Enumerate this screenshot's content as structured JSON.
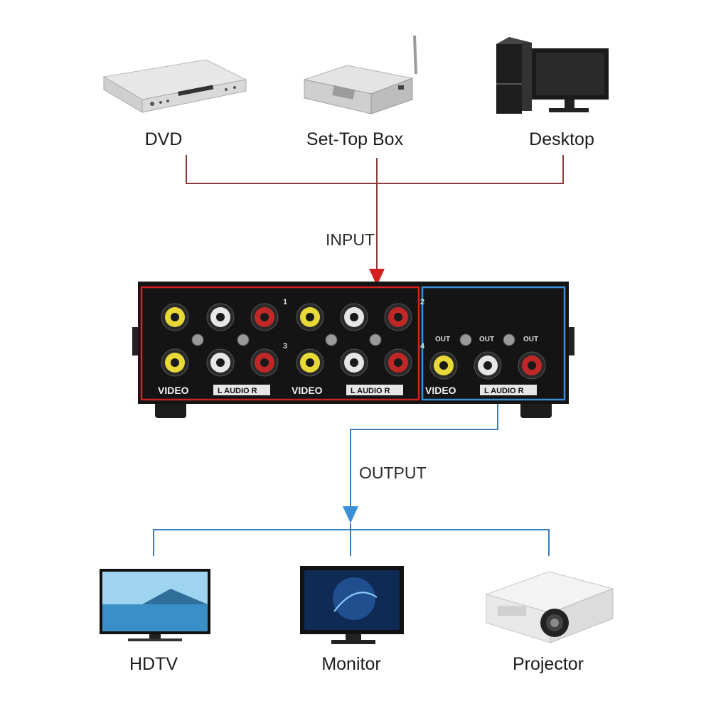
{
  "sources": [
    {
      "label": "DVD",
      "icon": "dvd-player-icon"
    },
    {
      "label": "Set-Top Box",
      "icon": "set-top-box-icon"
    },
    {
      "label": "Desktop",
      "icon": "desktop-computer-icon"
    }
  ],
  "outputs": [
    {
      "label": "HDTV",
      "icon": "hdtv-icon"
    },
    {
      "label": "Monitor",
      "icon": "monitor-icon"
    },
    {
      "label": "Projector",
      "icon": "projector-icon"
    }
  ],
  "flow": {
    "input_label": "INPUT",
    "output_label": "OUTPUT",
    "input_color": "#d42020",
    "output_color": "#3a8fd8",
    "line_color": "#8b3a3a",
    "output_line_color": "#3b7fb8"
  },
  "switch_box": {
    "port_numbers": [
      "1",
      "2",
      "3",
      "4"
    ],
    "input_group_labels": {
      "video": "VIDEO",
      "audio": "L  AUDIO  R"
    },
    "output_port_label": "OUT",
    "output_group_labels": {
      "video": "VIDEO",
      "audio": "L  AUDIO  R"
    },
    "colors": {
      "body": "#141414",
      "video_jack": "#e8d838",
      "left_jack": "#e6e6e6",
      "right_jack": "#c02828"
    }
  }
}
